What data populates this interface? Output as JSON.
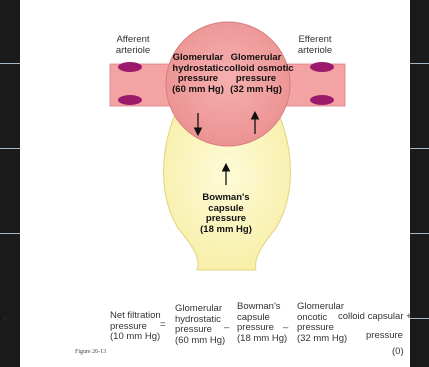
{
  "labels": {
    "afferent": "Afferent\narteriole",
    "efferent": "Efferent\narteriole",
    "glom_hydrostatic": "Glomerular\nhydrostatic\npressure\n(60 mm Hg)",
    "glom_colloid": "Glomerular\ncolloid osmotic\npressure\n(32 mm Hg)",
    "bowmans": "Bowman's\ncapsule\npressure\n(18 mm Hg)"
  },
  "equation": {
    "net": "Net filtration\npressure\n(10 mm Hg)",
    "equals": "=",
    "term1": "Glomerular\nhydrostatic\npressure\n(60 mm Hg)",
    "minus1": "–",
    "term2": "Bowman's\ncapsule\npressure\n(18 mm Hg)",
    "minus2": "–",
    "term3": "Glomerular\noncotic\npressure\n(32 mm Hg)",
    "extra_line1": "colloid capsular +",
    "extra_line2": "pressure",
    "extra_value": "(0)"
  },
  "figure_label": "Figure 26-13",
  "colors": {
    "glomerulus": "#f0a0a0",
    "capsule": "#fbf6c0",
    "arteriole": "#f3a3a3",
    "cell": "#9b1a6c",
    "frame": "#1a1a1a"
  }
}
